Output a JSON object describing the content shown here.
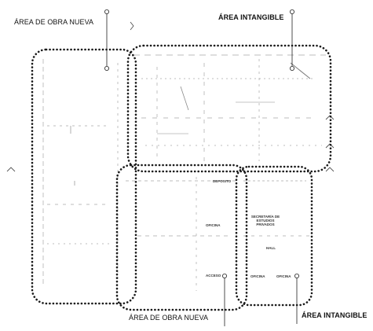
{
  "callouts": {
    "new_work_top": "ÁREA DE OBRA NUEVA",
    "intangible_top": "ÁREA INTANGIBLE",
    "new_work_bottom": "ÁREA DE OBRA NUEVA",
    "intangible_bottom": "ÁREA INTANGIBLE"
  },
  "room_labels": {
    "depot": "DEPOSITO",
    "office_1": "OFICINA",
    "secretariat": "SECRETARÍA DE ESTUDIOS PRIVADOS",
    "hall": "HALL",
    "access": "ACCESO",
    "office_2": "OFICINA",
    "office_3": "OFICINA"
  },
  "colors": {
    "outline": "#1a1a1a",
    "plan_lines": "#9a9a9a",
    "text": "#111111"
  }
}
